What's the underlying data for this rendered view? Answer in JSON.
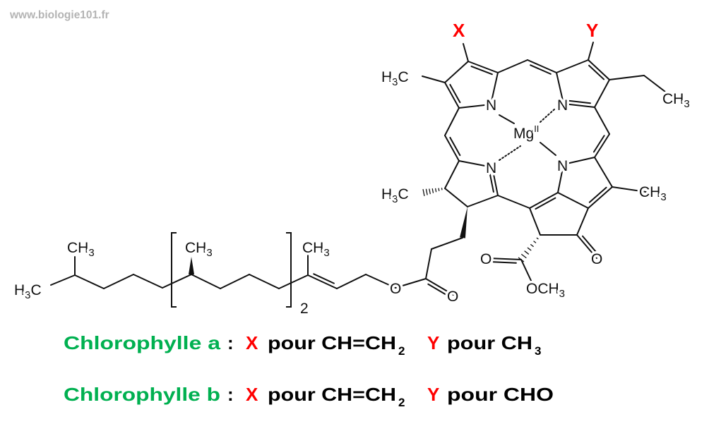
{
  "watermark": "www.biologie101.fr",
  "colors": {
    "green": "#00b050",
    "red": "#ff0000",
    "text": "#000000",
    "watermark": "#b4b4b4"
  },
  "structure": {
    "substituent_x": "X",
    "substituent_y": "Y",
    "metal": "Mg",
    "metal_oxidation": "II",
    "nitrogen": "N",
    "oxygen": "O",
    "methyl_left_h": "H",
    "methyl_left_c": "C",
    "methyl_right_c": "CH",
    "methyl_sub": "3",
    "methoxy": "OCH",
    "repeat_count": "2"
  },
  "legend": [
    {
      "name": "Chlorophylle a",
      "sep": ":",
      "x_label": "X",
      "x_text": "pour CH=CH",
      "x_sub": "2",
      "y_label": "Y",
      "y_text": "pour CH",
      "y_sub": "3"
    },
    {
      "name": "Chlorophylle b",
      "sep": ":",
      "x_label": "X",
      "x_text": "pour CH=CH",
      "x_sub": "2",
      "y_label": "Y",
      "y_text": "pour CHO",
      "y_sub": ""
    }
  ]
}
